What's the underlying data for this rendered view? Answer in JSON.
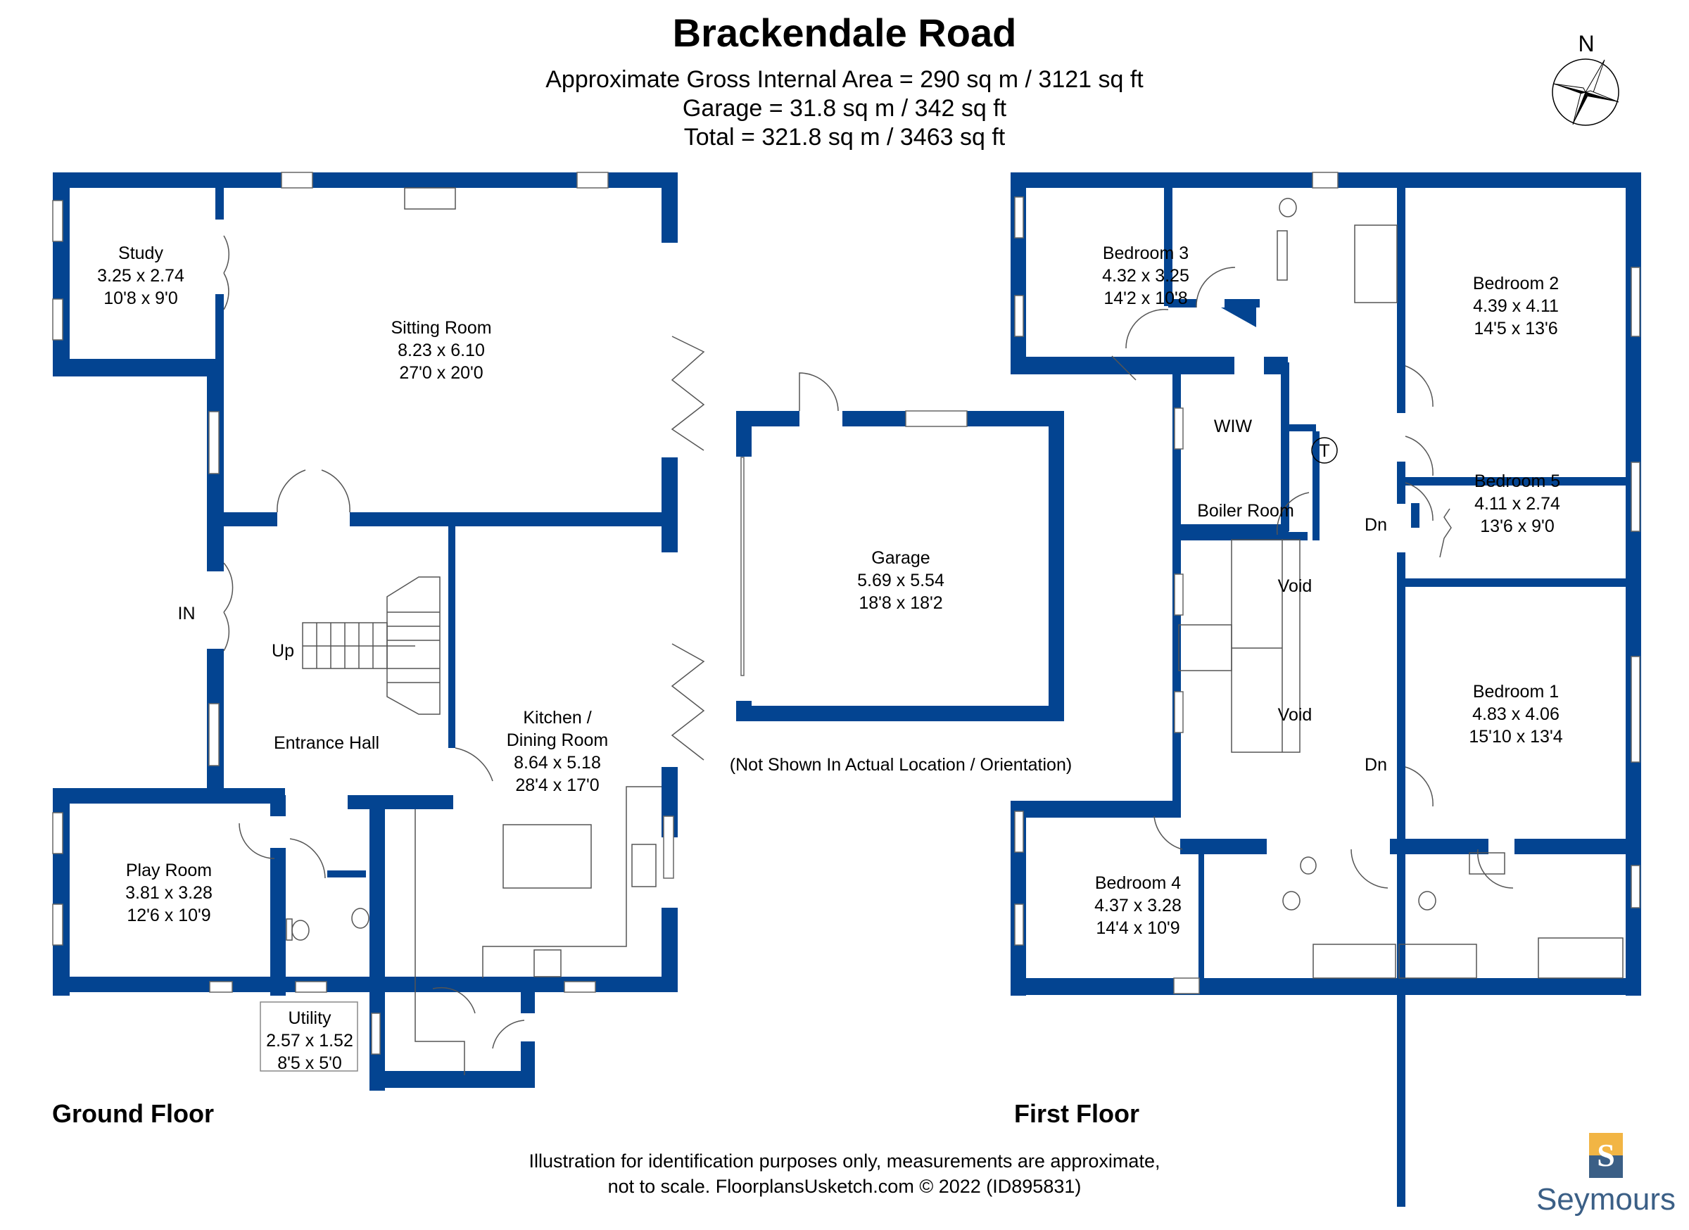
{
  "title": "Brackendale Road",
  "areas": {
    "gross": "Approximate Gross Internal Area = 290 sq m / 3121 sq ft",
    "garage": "Garage = 31.8 sq m / 342 sq ft",
    "total": "Total = 321.8 sq m / 3463 sq ft"
  },
  "compass": {
    "label": "N",
    "icon": "compass-rose-icon"
  },
  "ground_floor": {
    "label": "Ground Floor",
    "entrance_label": "IN",
    "stairs_label": "Up",
    "rooms": [
      {
        "name": "Study",
        "metric": "3.25 x 2.74",
        "imperial": "10'8 x 9'0"
      },
      {
        "name": "Sitting Room",
        "metric": "8.23 x 6.10",
        "imperial": "27'0 x 20'0"
      },
      {
        "name": "Entrance Hall",
        "metric": "",
        "imperial": ""
      },
      {
        "name": "Kitchen /",
        "name2": "Dining Room",
        "metric": "8.64 x 5.18",
        "imperial": "28'4 x 17'0"
      },
      {
        "name": "Play Room",
        "metric": "3.81 x 3.28",
        "imperial": "12'6 x 10'9"
      },
      {
        "name": "Utility",
        "metric": "2.57 x 1.52",
        "imperial": "8'5 x 5'0"
      }
    ]
  },
  "garage": {
    "name": "Garage",
    "metric": "5.69 x 5.54",
    "imperial": "18'8 x 18'2",
    "note": "(Not Shown In Actual Location / Orientation)"
  },
  "first_floor": {
    "label": "First Floor",
    "stairs_down_label": "Dn",
    "boiler_tank_label": "T",
    "rooms": [
      {
        "name": "Bedroom 3",
        "metric": "4.32 x 3.25",
        "imperial": "14'2 x 10'8"
      },
      {
        "name": "Bedroom 2",
        "metric": "4.39 x 4.11",
        "imperial": "14'5 x 13'6"
      },
      {
        "name": "WIW",
        "metric": "",
        "imperial": ""
      },
      {
        "name": "Boiler Room",
        "metric": "",
        "imperial": ""
      },
      {
        "name": "Bedroom 5",
        "metric": "4.11 x 2.74",
        "imperial": "13'6 x 9'0"
      },
      {
        "name": "Void",
        "metric": "",
        "imperial": ""
      },
      {
        "name": "Void",
        "metric": "",
        "imperial": ""
      },
      {
        "name": "Bedroom 1",
        "metric": "4.83 x 4.06",
        "imperial": "15'10 x 13'4"
      },
      {
        "name": "Bedroom 4",
        "metric": "4.37 x 3.28",
        "imperial": "14'4 x 10'9"
      }
    ]
  },
  "footer": {
    "line1": "Illustration for identification purposes only, measurements are approximate,",
    "line2": "not to scale. FloorplansUsketch.com © 2022 (ID895831)"
  },
  "brand": {
    "name": "Seymours",
    "initial": "S",
    "colors": {
      "gold": "#f2b544",
      "navy": "#3b5f86"
    }
  },
  "colors": {
    "wall": "#034491"
  }
}
